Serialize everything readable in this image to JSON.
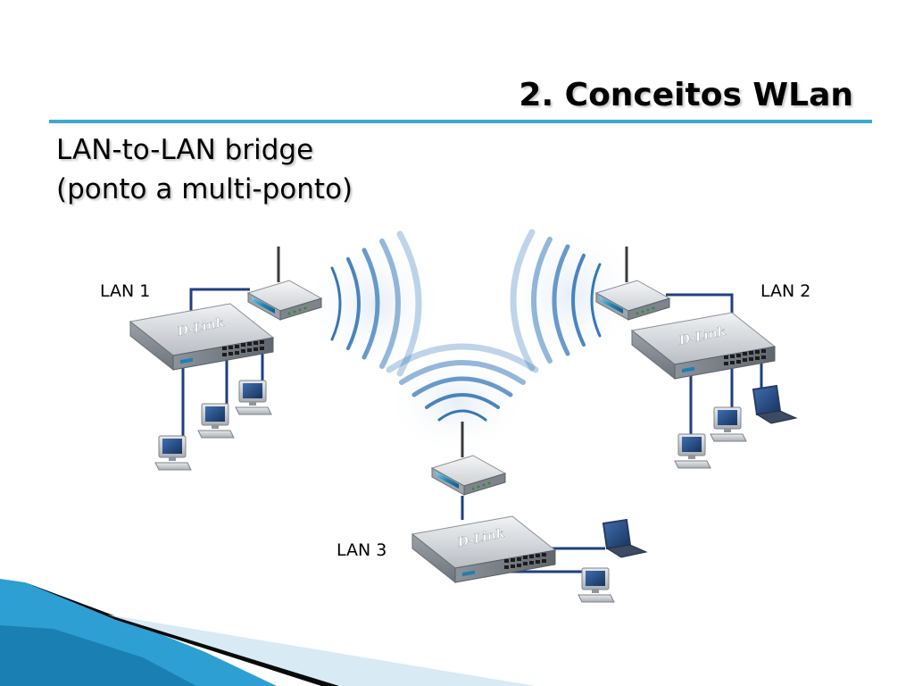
{
  "slide": {
    "title": "2. Conceitos WLan",
    "subtitle_line1": "LAN-to-LAN bridge",
    "subtitle_line2": "(ponto a multi-ponto)"
  },
  "diagram": {
    "lan1_label": "LAN 1",
    "lan2_label": "LAN 2",
    "lan3_label": "LAN 3",
    "switch_brand": "D-Link",
    "colors": {
      "accent_rule": "#3fa8d4",
      "wave_blue": "#2a6fb5",
      "cable": "#1f3f80",
      "device_gray": "#a9aeb3"
    }
  }
}
